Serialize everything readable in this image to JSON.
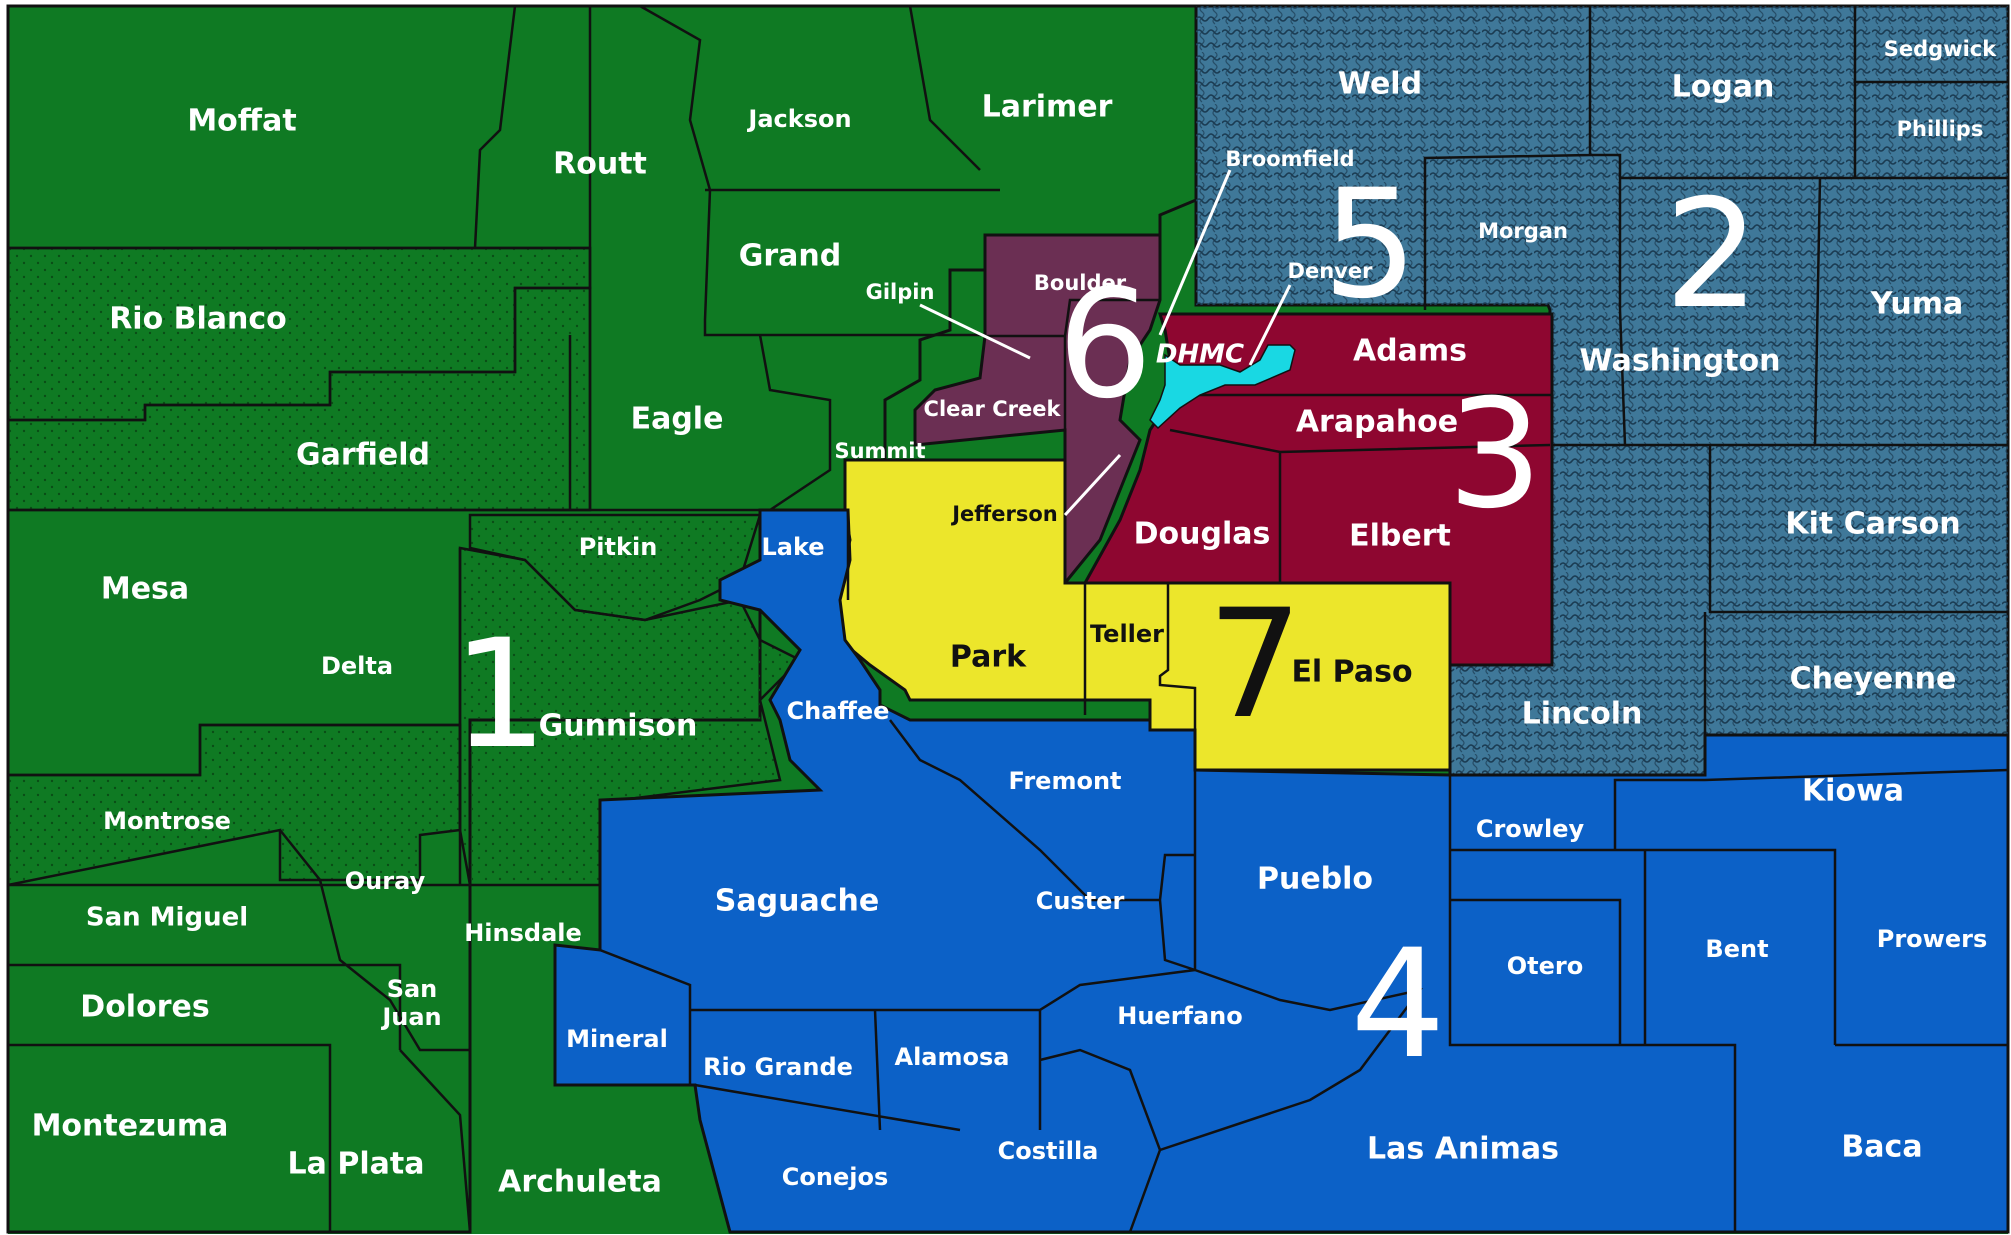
{
  "colors": {
    "region1": "#0f7a23",
    "region2": "#3f7899",
    "region3": "#8e0630",
    "region4": "#0c61c7",
    "region6": "#6b2f53",
    "region7": "#ece62b",
    "dhmc": "#19d8e3",
    "border": "#111111",
    "label_light": "#ffffff",
    "label_dark": "#111111"
  },
  "regions": {
    "r1": "1",
    "r2": "2",
    "r3": "3",
    "r4": "4",
    "r5": "5",
    "r6": "6",
    "r7": "7"
  },
  "counties": {
    "moffat": "Moffat",
    "routt": "Routt",
    "jackson": "Jackson",
    "larimer": "Larimer",
    "weld": "Weld",
    "logan": "Logan",
    "sedgwick": "Sedgwick",
    "phillips": "Phillips",
    "rio_blanco": "Rio Blanco",
    "grand": "Grand",
    "gilpin": "Gilpin",
    "boulder": "Boulder",
    "broomfield": "Broomfield",
    "morgan": "Morgan",
    "denver": "Denver",
    "yuma": "Yuma",
    "washington": "Washington",
    "adams": "Adams",
    "garfield": "Garfield",
    "eagle": "Eagle",
    "clear_creek": "Clear Creek",
    "summit": "Summit",
    "arapahoe": "Arapahoe",
    "jefferson": "Jefferson",
    "douglas": "Douglas",
    "elbert": "Elbert",
    "kit_carson": "Kit Carson",
    "mesa": "Mesa",
    "pitkin": "Pitkin",
    "lake": "Lake",
    "delta": "Delta",
    "gunnison": "Gunnison",
    "chaffee": "Chaffee",
    "park": "Park",
    "teller": "Teller",
    "el_paso": "El Paso",
    "lincoln": "Lincoln",
    "cheyenne": "Cheyenne",
    "montrose": "Montrose",
    "fremont": "Fremont",
    "kiowa": "Kiowa",
    "crowley": "Crowley",
    "ouray": "Ouray",
    "san_miguel": "San Miguel",
    "hinsdale": "Hinsdale",
    "saguache": "Saguache",
    "custer": "Custer",
    "pueblo": "Pueblo",
    "otero": "Otero",
    "bent": "Bent",
    "prowers": "Prowers",
    "dolores": "Dolores",
    "san": "San",
    "juan": "Juan",
    "mineral": "Mineral",
    "rio_grande": "Rio Grande",
    "alamosa": "Alamosa",
    "huerfano": "Huerfano",
    "montezuma": "Montezuma",
    "la_plata": "La Plata",
    "archuleta": "Archuleta",
    "conejos": "Conejos",
    "costilla": "Costilla",
    "las_animas": "Las Animas",
    "baca": "Baca"
  },
  "facility": {
    "dhmc": "DHMC"
  }
}
